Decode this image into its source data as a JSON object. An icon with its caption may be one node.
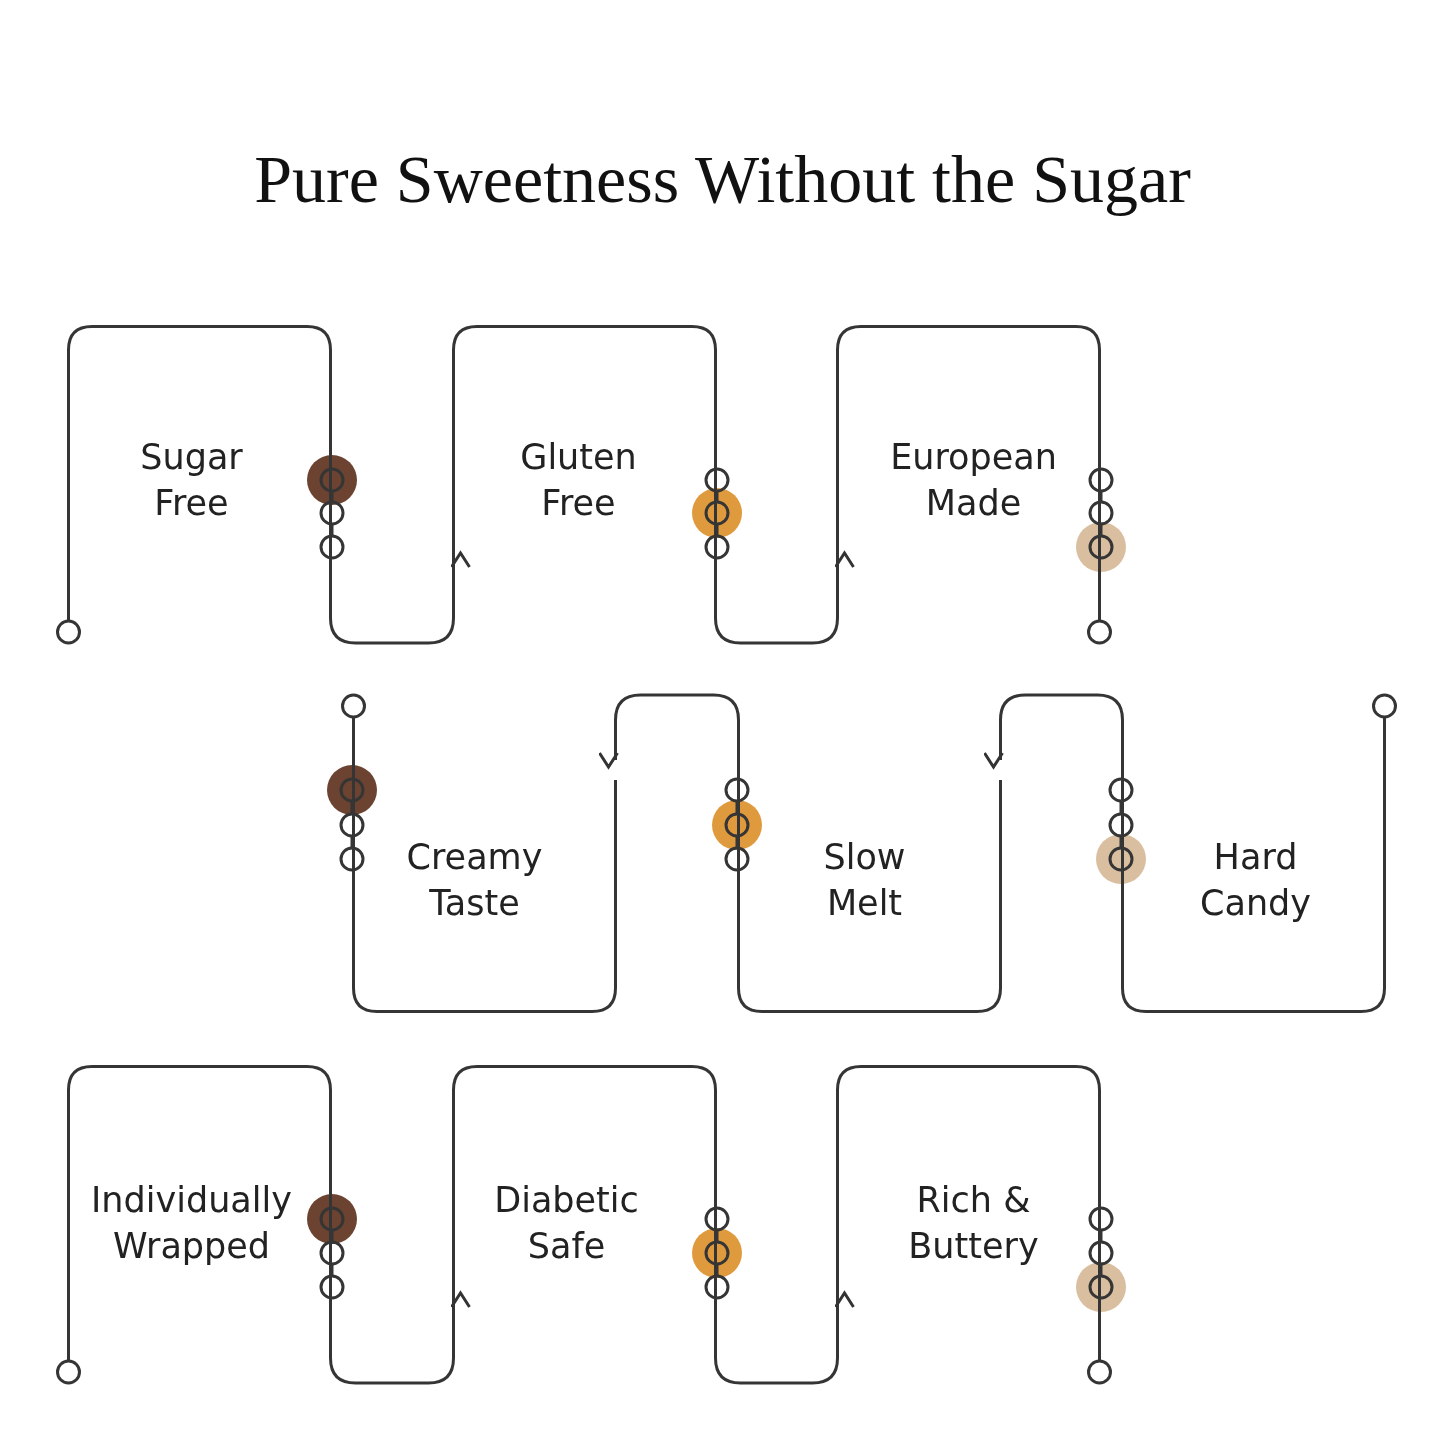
{
  "diagram": {
    "title": "Pure Sweetness Without the Sugar",
    "nodes": [
      {
        "text": [
          "Sugar Free"
        ]
      },
      {
        "text": [
          "Gluten Free"
        ]
      },
      {
        "text": [
          "European Made"
        ]
      },
      {
        "text": [
          "Creamy Taste"
        ]
      },
      {
        "text": [
          "Slow Melt"
        ]
      },
      {
        "text": [
          "Hard Candy"
        ]
      },
      {
        "text": [
          "Individually Wrapped"
        ]
      },
      {
        "text": [
          "Diabetic Safe"
        ]
      },
      {
        "text": [
          "Rich & Buttery"
        ]
      }
    ],
    "edges": [
      {
        "from": 0,
        "to": 1,
        "arrow": "to"
      },
      {
        "from": 1,
        "to": 2,
        "arrow": "to"
      },
      {
        "from": 4,
        "to": 3,
        "arrow": "to"
      },
      {
        "from": 5,
        "to": 4,
        "arrow": "to"
      },
      {
        "from": 6,
        "to": 7,
        "arrow": "to"
      },
      {
        "from": 7,
        "to": 8,
        "arrow": "to"
      }
    ]
  }
}
